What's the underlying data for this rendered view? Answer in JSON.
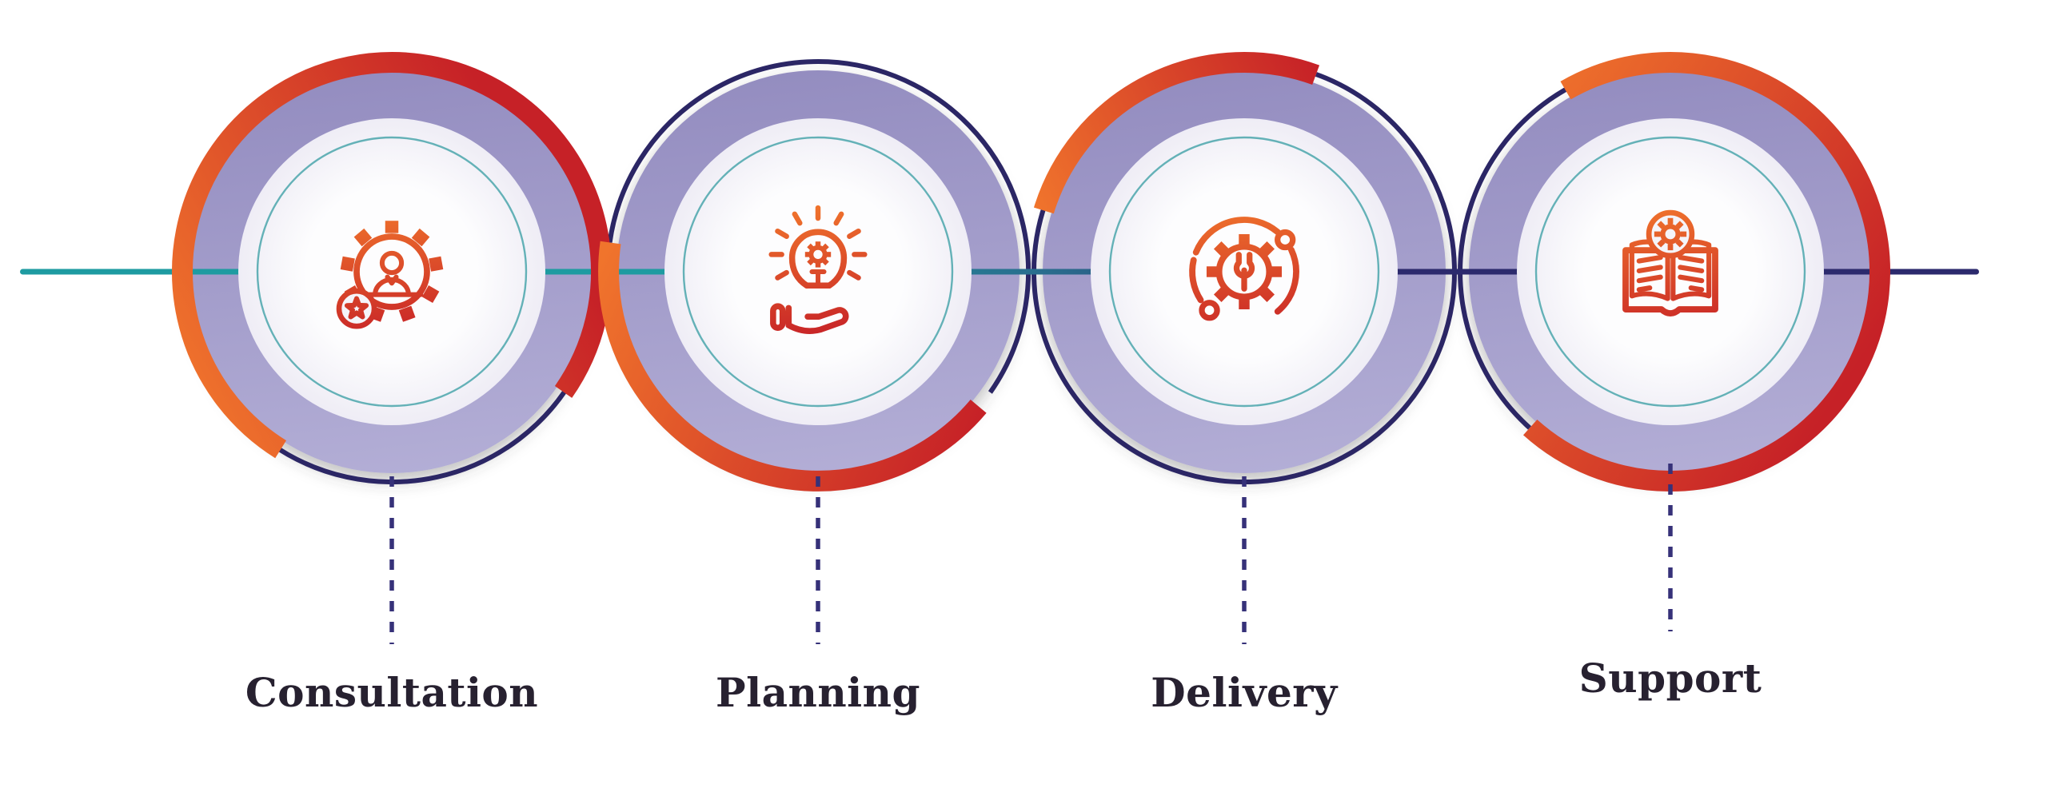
{
  "figure": {
    "type": "process-infographic",
    "steps": [
      {
        "label": "Consultation",
        "icon": "gear-person-star-icon"
      },
      {
        "label": "Planning",
        "icon": "lightbulb-gear-hand-icon"
      },
      {
        "label": "Delivery",
        "icon": "gear-wrench-orbit-icon"
      },
      {
        "label": "Support",
        "icon": "open-book-gear-icon"
      }
    ]
  },
  "palette": {
    "background": "#ffffff",
    "arc_orange": "#f0742c",
    "arc_red": "#c62127",
    "ring_lavender": "#948dc0",
    "ring_lavender_light": "#b3aed6",
    "inner_fill": "#f5f4f9",
    "teal_ring": "#4aa6ab",
    "line_teal": "#1e9ba1",
    "line_steel": "#2a6e8e",
    "line_navy": "#2c2a6d",
    "arc_navy": "#2b2665",
    "connector_navy": "#363179",
    "label_color": "#272130"
  }
}
